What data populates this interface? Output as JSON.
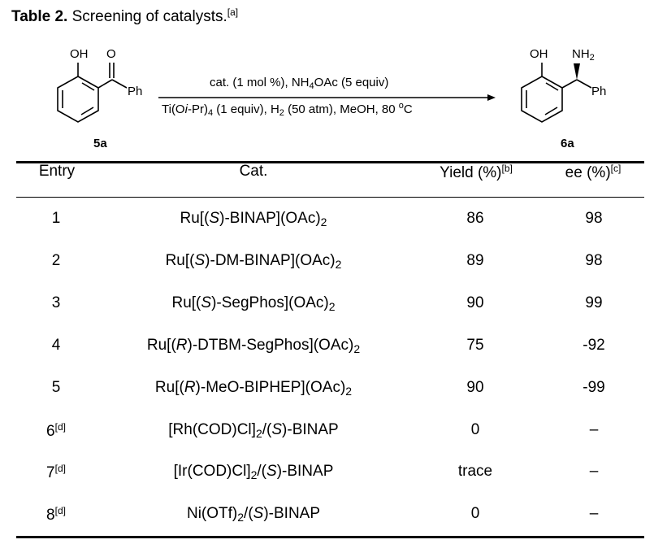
{
  "caption": {
    "label": "Table 2.",
    "text": "Screening of catalysts.",
    "note": "[a]"
  },
  "scheme": {
    "reactant": {
      "label": "5a",
      "oh": "OH",
      "o": "O",
      "ph": "Ph"
    },
    "product": {
      "label": "6a",
      "oh": "OH",
      "nh": "NH",
      "nh_sub": "2",
      "ph": "Ph"
    },
    "conditions_top": {
      "a": "cat. (1 mol %), NH",
      "sub1": "4",
      "b": "OAc (5 equiv)"
    },
    "conditions_bottom": {
      "a": "Ti(O",
      "i": "i",
      "b": "-Pr)",
      "sub1": "4",
      "c": " (1 equiv), H",
      "sub2": "2",
      "d": " (50 atm), MeOH, 80 ",
      "sup1": "o",
      "e": "C"
    }
  },
  "table": {
    "headers": {
      "entry": "Entry",
      "cat": "Cat.",
      "yield": "Yield (%)",
      "yield_note": "[b]",
      "ee": "ee (%)",
      "ee_note": "[c]"
    },
    "rows": [
      {
        "entry": "1",
        "note": "",
        "cat": {
          "a": "Ru[(",
          "i": "S",
          "b": ")-BINAP](OAc)",
          "sub": "2",
          "c": ""
        },
        "yield": "86",
        "ee": "98"
      },
      {
        "entry": "2",
        "note": "",
        "cat": {
          "a": "Ru[(",
          "i": "S",
          "b": ")-DM-BINAP](OAc)",
          "sub": "2",
          "c": ""
        },
        "yield": "89",
        "ee": "98"
      },
      {
        "entry": "3",
        "note": "",
        "cat": {
          "a": "Ru[(",
          "i": "S",
          "b": ")-SegPhos](OAc)",
          "sub": "2",
          "c": ""
        },
        "yield": "90",
        "ee": "99"
      },
      {
        "entry": "4",
        "note": "",
        "cat": {
          "a": "Ru[(",
          "i": "R",
          "b": ")-DTBM-SegPhos](OAc)",
          "sub": "2",
          "c": ""
        },
        "yield": "75",
        "ee": "-92"
      },
      {
        "entry": "5",
        "note": "",
        "cat": {
          "a": "Ru[(",
          "i": "R",
          "b": ")-MeO-BIPHEP](OAc)",
          "sub": "2",
          "c": ""
        },
        "yield": "90",
        "ee": "-99"
      },
      {
        "entry": "6",
        "note": "[d]",
        "cat": {
          "a": "[Rh(COD)Cl]",
          "sub": "2",
          "b2": "/(",
          "i": "S",
          "c": ")-BINAP"
        },
        "yield": "0",
        "ee": "–"
      },
      {
        "entry": "7",
        "note": "[d]",
        "cat": {
          "a": "[Ir(COD)Cl]",
          "sub": "2",
          "b2": "/(",
          "i": "S",
          "c": ")-BINAP"
        },
        "yield": "trace",
        "ee": "–"
      },
      {
        "entry": "8",
        "note": "[d]",
        "cat": {
          "a": "Ni(OTf)",
          "sub": "2",
          "b2": "/(",
          "i": "S",
          "c": ")-BINAP"
        },
        "yield": "0",
        "ee": "–"
      }
    ]
  }
}
